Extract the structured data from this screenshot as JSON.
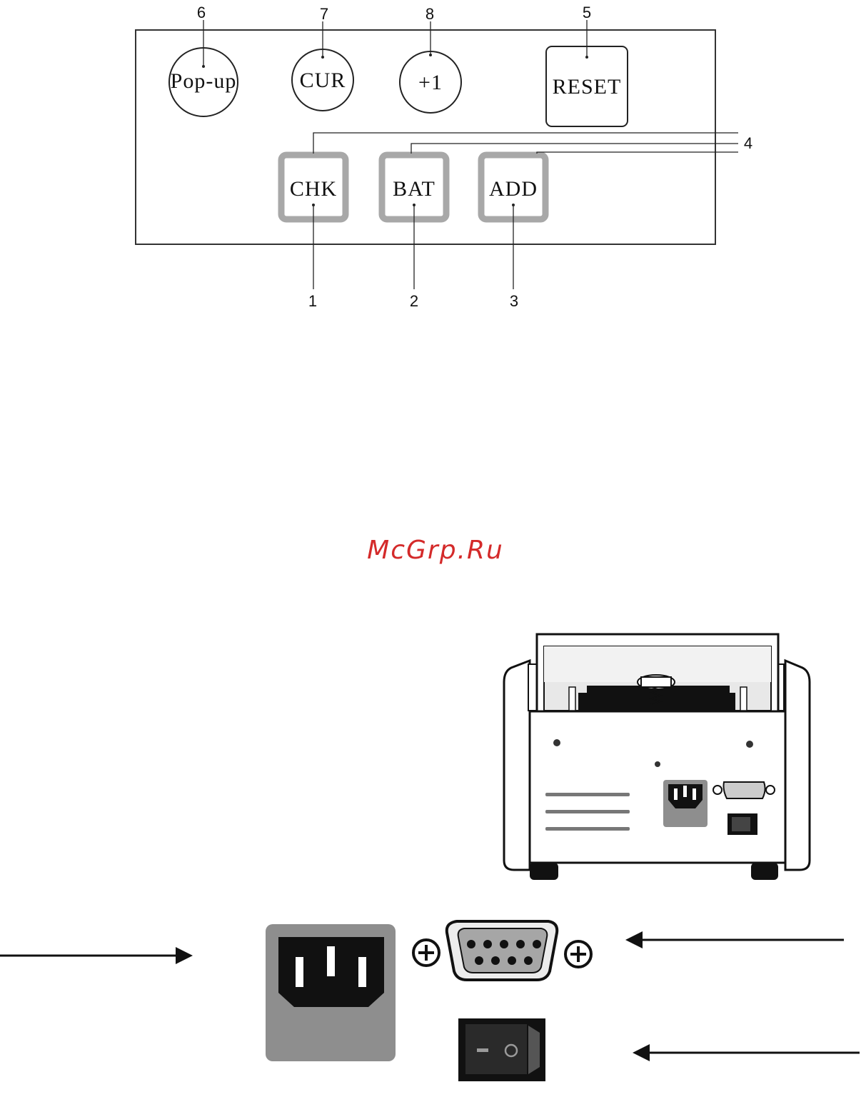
{
  "watermark": "McGrp.Ru",
  "panel": {
    "callouts": {
      "n1": "1",
      "n2": "2",
      "n3": "3",
      "n4": "4",
      "n5": "5",
      "n6": "6",
      "n7": "7",
      "n8": "8"
    },
    "keys": {
      "popup": "Pop-up",
      "cur": "CUR",
      "plus1": "+1",
      "reset": "RESET",
      "chk": "CHK",
      "bat": "BAT",
      "add": "ADD"
    }
  },
  "colors": {
    "outline": "#222222",
    "key_frame": "#a8a8a8",
    "socket_plate": "#8e8e8e",
    "watermark": "#d42a2a"
  }
}
